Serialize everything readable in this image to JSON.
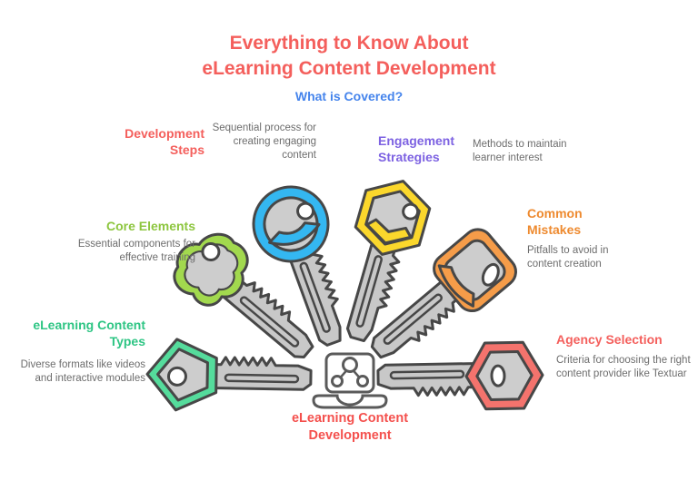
{
  "header": {
    "title_line1": "Everything to Know About",
    "title_line2": "eLearning Content Development",
    "title_color": "#f45f5c",
    "subtitle": "What is Covered?",
    "subtitle_color": "#4584ec"
  },
  "topics": [
    {
      "id": "development-steps",
      "title": "Development Steps",
      "description": "Sequential process for creating engaging content",
      "title_color": "#f45f5c",
      "description_color": "#6d6d6d",
      "key_icon": "blue-round-key-icon",
      "key_color": "#34b7f1",
      "key_head": "round"
    },
    {
      "id": "engagement-strategies",
      "title": "Engagement Strategies",
      "description": "Methods to maintain learner interest",
      "title_color": "#7d62e2",
      "description_color": "#6d6d6d",
      "key_icon": "yellow-hexagon-key-icon",
      "key_color": "#fbd72c",
      "key_head": "hex"
    },
    {
      "id": "core-elements",
      "title": "Core Elements",
      "description": "Essential components for effective training",
      "title_color": "#8dc63f",
      "description_color": "#6d6d6d",
      "key_icon": "green-trefoil-key-icon",
      "key_color": "#a2d94e",
      "key_head": "trefoil"
    },
    {
      "id": "common-mistakes",
      "title": "Common Mistakes",
      "description": "Pitfalls to avoid in content creation",
      "title_color": "#ee8a2f",
      "description_color": "#6d6d6d",
      "key_icon": "orange-square-key-icon",
      "key_color": "#f59c49",
      "key_head": "rsquare"
    },
    {
      "id": "elearning-content-types",
      "title": "eLearning Content Types",
      "description": "Diverse formats like videos and interactive modules",
      "title_color": "#2ec584",
      "description_color": "#6d6d6d",
      "key_icon": "mint-pentagon-key-icon",
      "key_color": "#55dc9c",
      "key_head": "pentagon"
    },
    {
      "id": "agency-selection",
      "title": "Agency Selection",
      "description": "Criteria for choosing the right content provider like Textuar",
      "title_color": "#f45f5c",
      "description_color": "#6d6d6d",
      "key_icon": "red-hexagon-key-icon",
      "key_color": "#f4736d",
      "key_head": "hexoval"
    }
  ],
  "center": {
    "label": "eLearning Content Development",
    "label_color": "#f4504d",
    "icon": "laptop-share-icon"
  }
}
